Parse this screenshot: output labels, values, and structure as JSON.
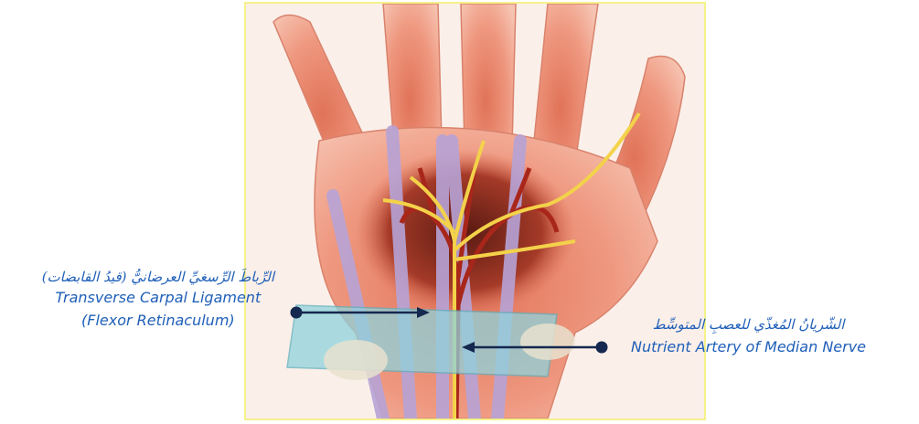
{
  "labels": {
    "ligament": {
      "arabic": "الرِّباطَ الرِّسغيِّ العرضانيُّ (قيدُ القابضات)",
      "english_line1": "Transverse Carpal Ligament",
      "english_line2": "(Flexor Retinaculum)"
    },
    "artery": {
      "arabic": "الشّريانُ المُغذّي للعصبِ المتوسِّط",
      "english": "Nutrient Artery of Median Nerve"
    }
  },
  "colors": {
    "label_text": "#1f5fb8",
    "pointer": "#15284f",
    "frame_border": "#f4f28a"
  }
}
